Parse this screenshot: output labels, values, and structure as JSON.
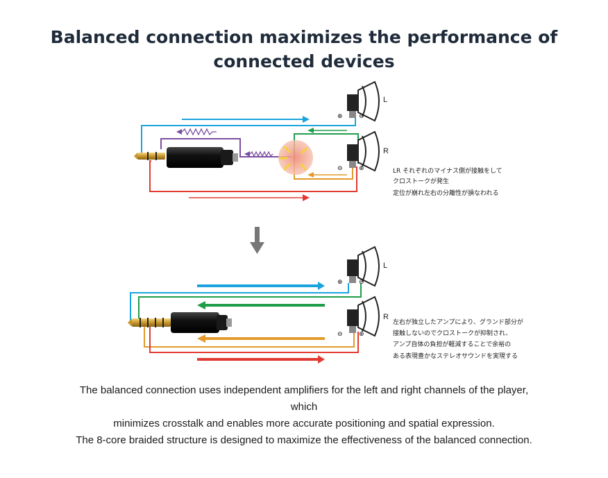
{
  "title": {
    "line1": "Balanced connection maximizes the performance of",
    "line2": "connected devices"
  },
  "diagram": {
    "top": {
      "channel_left": "L",
      "channel_right": "R",
      "note_lines": [
        "LR それぞれのマイナス側が接触をして",
        "クロストークが発生",
        "定位が崩れ左右の分離性が損なわれる"
      ]
    },
    "bottom": {
      "channel_left": "L",
      "channel_right": "R",
      "note_lines": [
        "左右が独立したアンプにより、グランド部分が",
        "接触しないのでクロストークが抑制され、",
        "アンプ自体の負担が軽減することで余裕の",
        "ある表現豊かなステレオサウンドを実現する"
      ]
    },
    "plus_symbol": "⊕",
    "minus_symbol": "⊖",
    "colors": {
      "blue": "#1aa3dd",
      "green": "#1e9e48",
      "orange": "#e39a2a",
      "red": "#e23a32",
      "purple": "#7b4fa0",
      "gray_arrow": "#777777",
      "crosstalk_glow": "#f3b8a4"
    }
  },
  "caption": {
    "line1": "The balanced connection uses independent amplifiers for the left and right channels of the player,",
    "line2": "which",
    "line3": "minimizes crosstalk and enables more accurate positioning and spatial expression.",
    "line4": "The 8-core braided structure is designed to maximize the effectiveness of the balanced connection."
  }
}
